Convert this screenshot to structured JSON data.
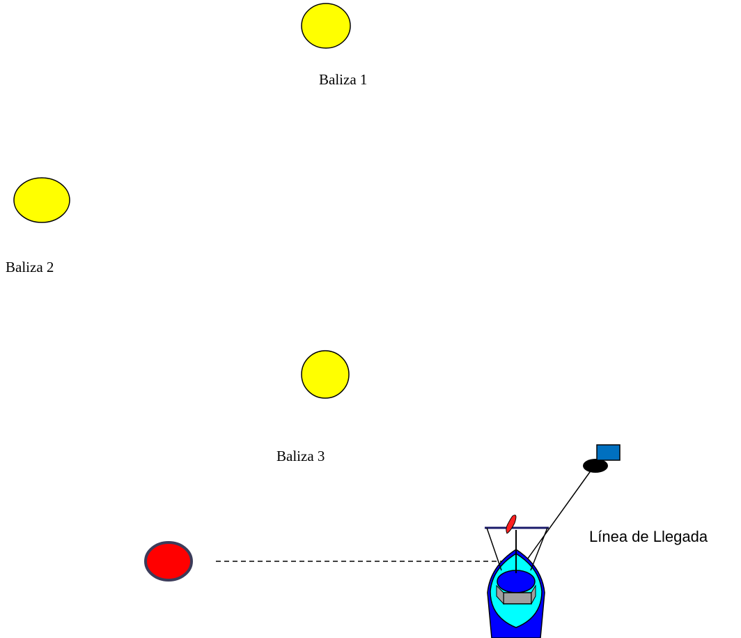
{
  "diagram": {
    "buoys": [
      {
        "label": "Baliza 1",
        "color": "#ffff00"
      },
      {
        "label": "Baliza 2",
        "color": "#ffff00"
      },
      {
        "label": "Baliza 3",
        "color": "#ffff00"
      }
    ],
    "start_mark": {
      "color": "#ff0000",
      "outline": "#3c3c5a"
    },
    "finish_line": {
      "label": "Línea de Llegada"
    },
    "committee_boat": {
      "hull_color": "#0000ff",
      "deck_color": "#00ffff",
      "cabin_color": "#a0a0a0",
      "flag_color": "#ff2020"
    },
    "finish_buoy": {
      "color": "#000000",
      "flag_color": "#0070c0"
    }
  }
}
